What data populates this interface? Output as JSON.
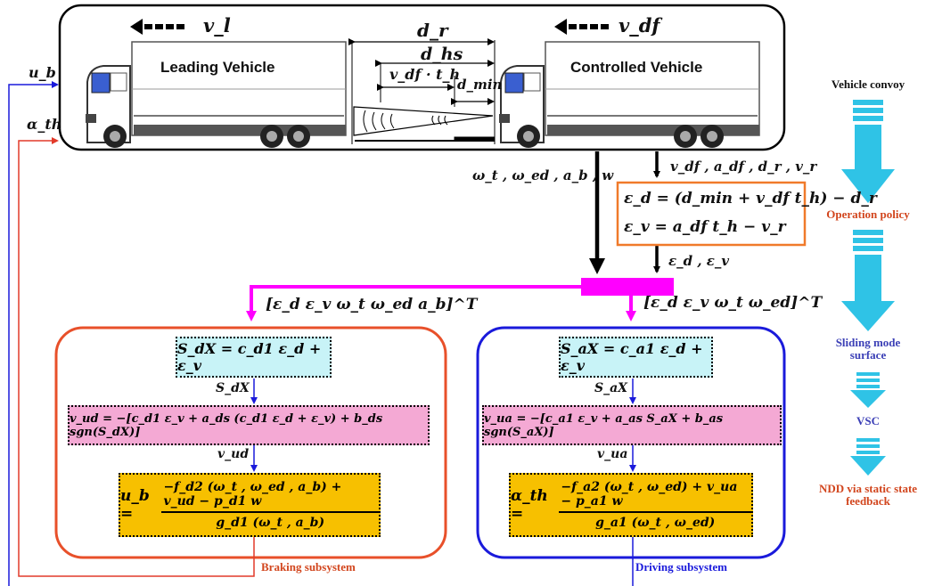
{
  "top": {
    "leading_vehicle_label": "Leading Vehicle",
    "controlled_vehicle_label": "Controlled Vehicle",
    "v_l": "v_l",
    "v_df": "v_df",
    "d_r": "d_r",
    "d_hs": "d_hs",
    "v_df_th": "v_df · t_h",
    "d_min": "d_min"
  },
  "signals": {
    "u_b": "u_b",
    "alpha_th": "α_th",
    "omega_list": "ω_t , ω_ed , a_b , w",
    "vdf_list": "v_df , a_df , d_r , v_r",
    "eps_list": "ε_d , ε_v",
    "braking_vector": "[ε_d   ε_v   ω_t   ω_ed   a_b]^T",
    "driving_vector": "[ε_d   ε_v   ω_t   ω_ed]^T"
  },
  "policy": {
    "eq1": "ε_d = (d_min + v_df t_h) − d_r",
    "eq2": "ε_v = a_df t_h − v_r"
  },
  "braking": {
    "surface": "S_dX = c_d1 ε_d + ε_v",
    "surface_label": "S_dX",
    "control": "v_ud = −[c_d1 ε_v + a_ds (c_d1 ε_d + ε_v) + b_ds sgn(S_dX)]",
    "control_label": "v_ud",
    "law_lhs": "u_b =",
    "law_num": "−f_d2 (ω_t , ω_ed , a_b) + v_ud − p_d1 w",
    "law_den": "g_d1 (ω_t , a_b)",
    "title": "Braking subsystem"
  },
  "driving": {
    "surface": "S_aX = c_a1 ε_d + ε_v",
    "surface_label": "S_aX",
    "control": "v_ua = −[c_a1 ε_v + a_as S_aX + b_as sgn(S_aX)]",
    "control_label": "v_ua",
    "law_lhs": "α_th =",
    "law_num": "−f_a2 (ω_t , ω_ed) + v_ua − p_a1 w",
    "law_den": "g_a1 (ω_t , ω_ed)",
    "title": "Driving subsystem"
  },
  "steps": [
    {
      "label": "Vehicle convoy",
      "color": "#111111"
    },
    {
      "label": "Operation policy",
      "color": "#d2461e"
    },
    {
      "label": "Sliding mode surface",
      "color": "#3b3fb6"
    },
    {
      "label": "VSC",
      "color": "#3b3fb6"
    },
    {
      "label": "NDD via static state feedback",
      "color": "#d2461e"
    }
  ],
  "colors": {
    "braking_border": "#e8502a",
    "driving_border": "#1a1adb",
    "magenta": "#ff00ff",
    "policy_border": "#f07a2a",
    "cyan_fill": "#c8f3f7",
    "pink_fill": "#f4a9d4",
    "gold_fill": "#f7c000",
    "step_arrow": "#2fc3e6"
  }
}
